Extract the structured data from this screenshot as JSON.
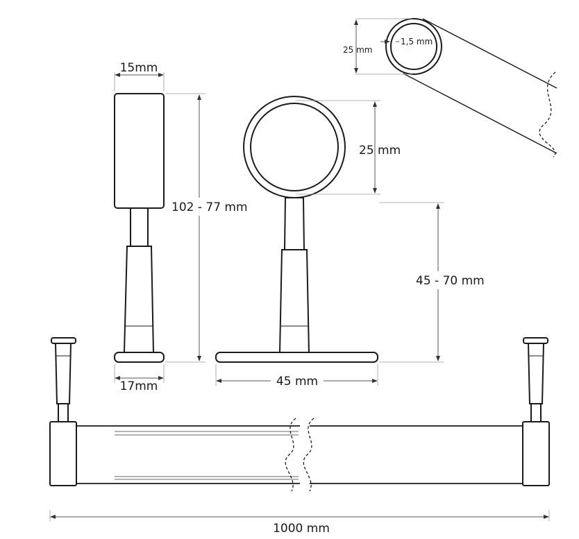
{
  "dimensions": {
    "bracket_width": "15mm",
    "side_height": "102 - 77 mm",
    "base_width_side": "17mm",
    "tube_diameter": "25 mm",
    "support_height": "45 - 70 mm",
    "base_width_front": "45 mm",
    "tube_outer_diameter": "25 mm",
    "wall_thickness": "1,5 mm",
    "rail_length": "1000 mm"
  }
}
